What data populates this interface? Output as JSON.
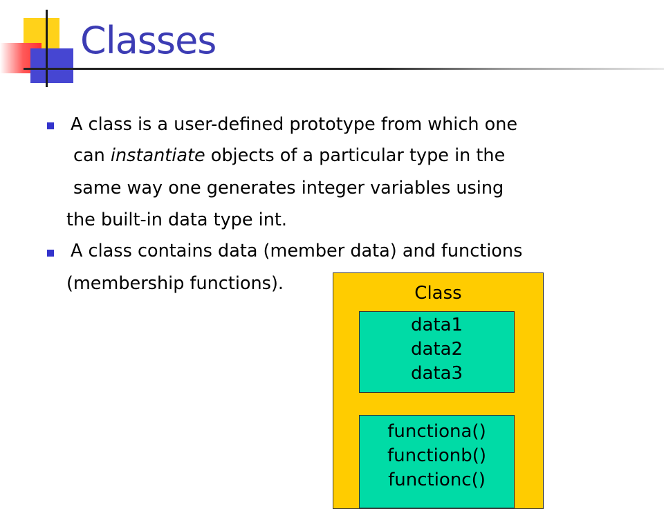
{
  "slide": {
    "title": "Classes",
    "bullets": [
      {
        "lines": [
          {
            "before": "A class is a user-defined prototype from which one",
            "italic": "",
            "after": ""
          },
          {
            "before": "can ",
            "italic": "instantiate",
            "after": " objects of a particular type in the"
          },
          {
            "before": "same way one generates integer variables using",
            "italic": "",
            "after": ""
          },
          {
            "before": "the built-in data type int.",
            "italic": "",
            "after": ""
          }
        ]
      },
      {
        "lines": [
          {
            "before": "A class contains data (member data) and functions",
            "italic": "",
            "after": ""
          },
          {
            "before": "(membership functions).",
            "italic": "",
            "after": ""
          }
        ]
      }
    ]
  },
  "diagram": {
    "class_label": "Class",
    "data_items": [
      "data1",
      "data2",
      "data3"
    ],
    "function_items": [
      "functiona()",
      "functionb()",
      "functionc()"
    ],
    "colors": {
      "outer_box": "#ffcc00",
      "inner_box": "#00dba6",
      "title": "#3c3cb4",
      "bullet": "#3333cc"
    }
  }
}
